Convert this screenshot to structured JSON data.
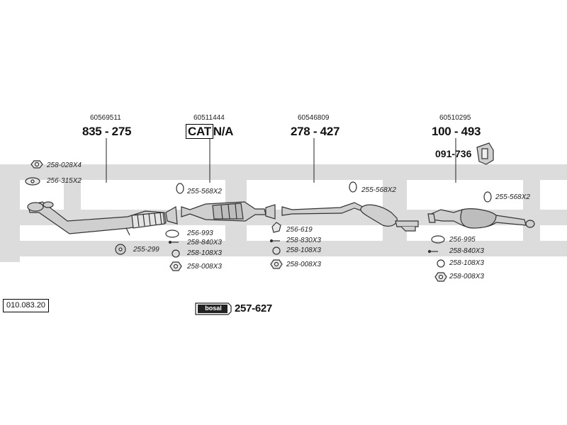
{
  "colors": {
    "band": "#d9d9d9",
    "line": "#333333",
    "part": "#cfcfcf"
  },
  "diagram_ref": "010.083.20",
  "mounting_kit": {
    "brand": "bosal",
    "part_number": "257-627"
  },
  "sections": [
    {
      "oem": "60569511",
      "part_number": "835 - 275",
      "fittings": [
        "258-028X4",
        "256-315X2",
        "255-299"
      ]
    },
    {
      "oem": "60511444",
      "part_prefix": "CAT",
      "part_suffix": "N/A",
      "fittings": [
        "255-568X2",
        "256-993",
        "258-840X3",
        "258-108X3",
        "258-008X3"
      ]
    },
    {
      "oem": "60546809",
      "part_number": "278 - 427",
      "fittings": [
        "255-568X2",
        "256-619",
        "258-830X3",
        "258-108X3",
        "258-008X3"
      ]
    },
    {
      "oem": "60510295",
      "part_number": "100 - 493",
      "extra_part": "091-736",
      "fittings": [
        "255-568X2",
        "256-995",
        "258-840X3",
        "258-108X3",
        "258-008X3"
      ]
    }
  ]
}
